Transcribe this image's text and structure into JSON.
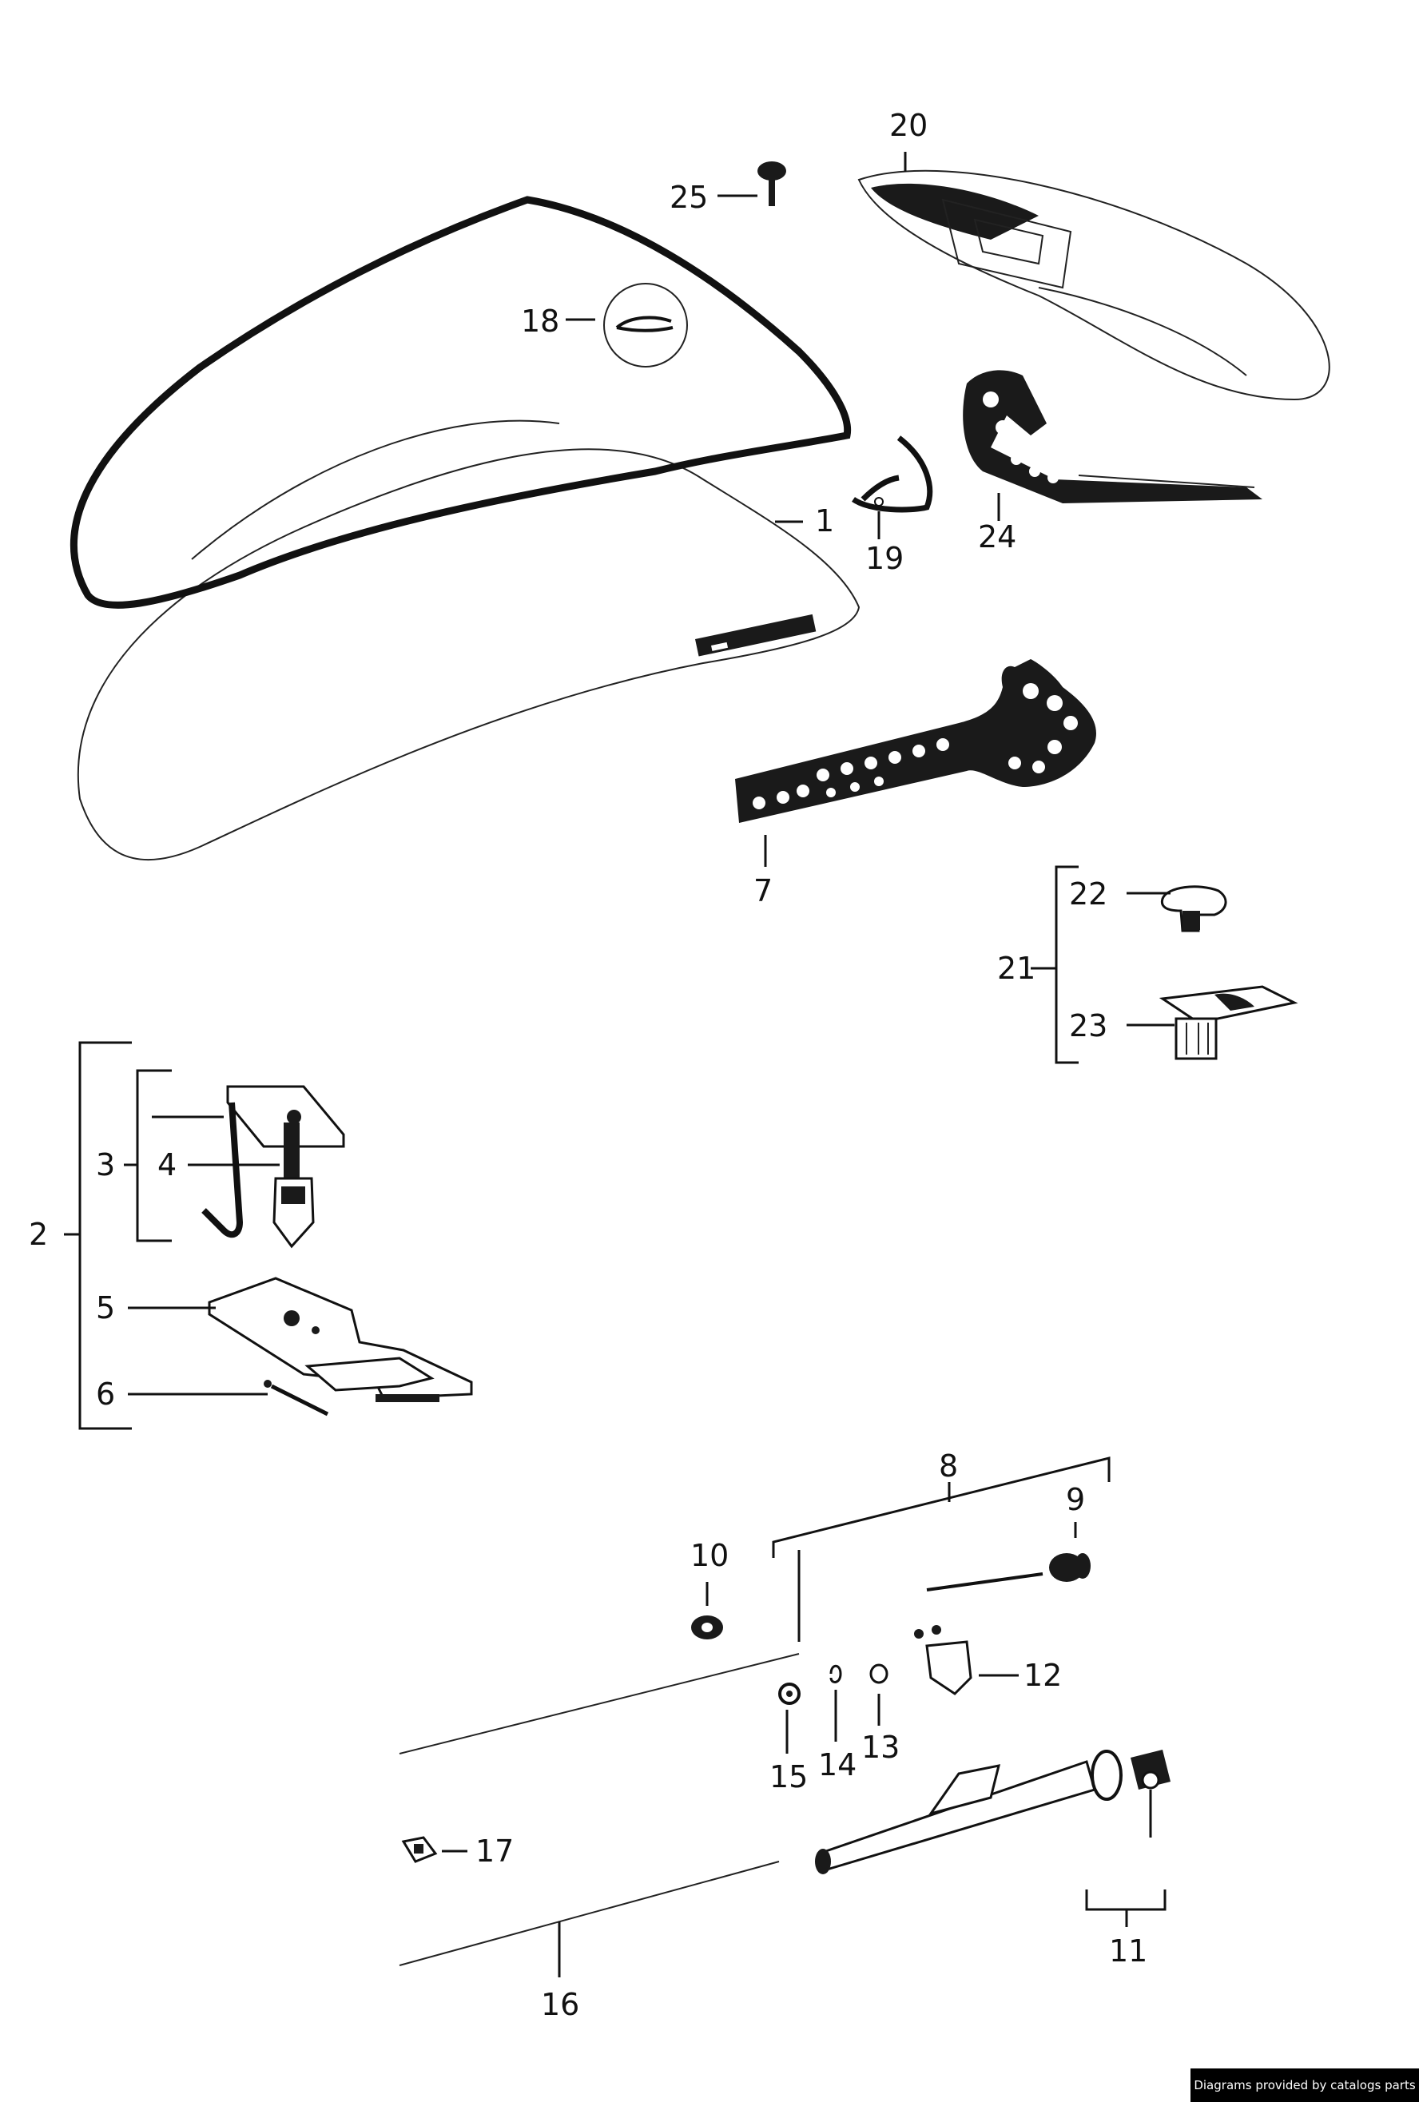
{
  "diagram": {
    "callouts": {
      "p1": "1",
      "p2": "2",
      "p3": "3",
      "p4": "4",
      "p5": "5",
      "p6": "6",
      "p7": "7",
      "p8": "8",
      "p9": "9",
      "p10": "10",
      "p11": "11",
      "p12": "12",
      "p13": "13",
      "p14": "14",
      "p15": "15",
      "p16": "16",
      "p17": "17",
      "p18": "18",
      "p19": "19",
      "p20": "20",
      "p21": "21",
      "p22": "22",
      "p23": "23",
      "p24": "24",
      "p25": "25"
    }
  },
  "footer": {
    "credit": "Diagrams provided by catalogs parts"
  }
}
